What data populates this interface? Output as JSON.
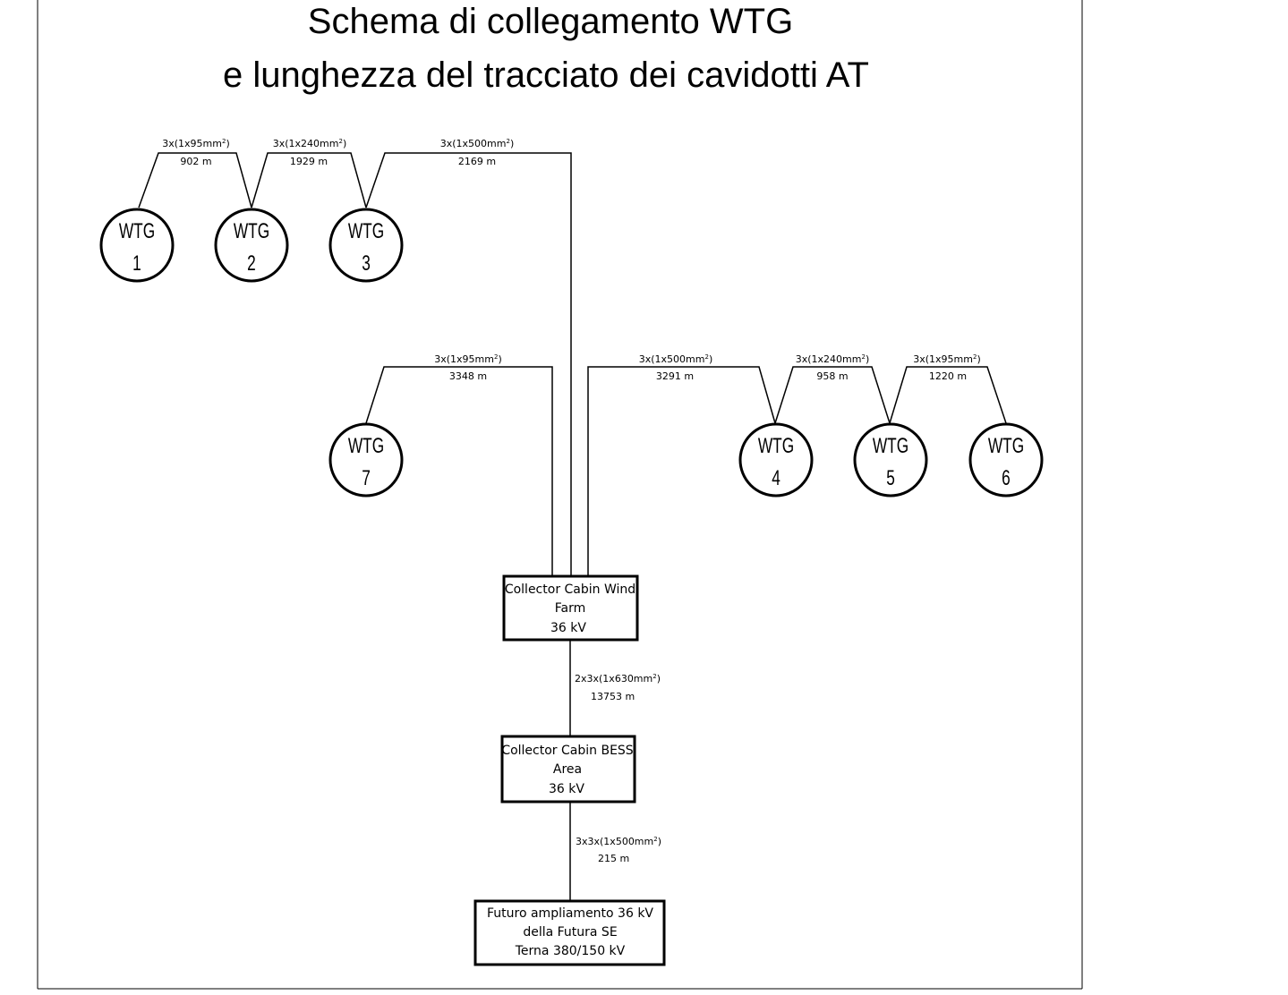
{
  "title": {
    "line1": "Schema di collegamento WTG",
    "line2": "e lunghezza del tracciato dei cavidotti AT"
  },
  "turbines": [
    {
      "id": "wtg1",
      "label": "WTG",
      "number": "1"
    },
    {
      "id": "wtg2",
      "label": "WTG",
      "number": "2"
    },
    {
      "id": "wtg3",
      "label": "WTG",
      "number": "3"
    },
    {
      "id": "wtg7",
      "label": "WTG",
      "number": "7"
    },
    {
      "id": "wtg4",
      "label": "WTG",
      "number": "4"
    },
    {
      "id": "wtg5",
      "label": "WTG",
      "number": "5"
    },
    {
      "id": "wtg6",
      "label": "WTG",
      "number": "6"
    }
  ],
  "cables": [
    {
      "id": "c-wtg1-wtg2",
      "spec_pre": "3x(1x95mm",
      "spec_exp": "2",
      "spec_post": ")",
      "length": "902 m"
    },
    {
      "id": "c-wtg2-wtg3",
      "spec_pre": "3x(1x240mm",
      "spec_exp": "2",
      "spec_post": ")",
      "length": "1929 m"
    },
    {
      "id": "c-wtg3-cabin",
      "spec_pre": "3x(1x500mm",
      "spec_exp": "2",
      "spec_post": ")",
      "length": "2169 m"
    },
    {
      "id": "c-wtg7-cabin",
      "spec_pre": "3x(1x95mm",
      "spec_exp": "2",
      "spec_post": ")",
      "length": "3348 m"
    },
    {
      "id": "c-wtg4-cabin",
      "spec_pre": "3x(1x500mm",
      "spec_exp": "2",
      "spec_post": ")",
      "length": "3291 m"
    },
    {
      "id": "c-wtg4-wtg5",
      "spec_pre": "3x(1x240mm",
      "spec_exp": "2",
      "spec_post": ")",
      "length": "958 m"
    },
    {
      "id": "c-wtg5-wtg6",
      "spec_pre": "3x(1x95mm",
      "spec_exp": "2",
      "spec_post": ")",
      "length": "1220 m"
    },
    {
      "id": "c-windfarm-bess",
      "spec_pre": "2x3x(1x630mm",
      "spec_exp": "2",
      "spec_post": ")",
      "length": "13753 m"
    },
    {
      "id": "c-bess-se",
      "spec_pre": "3x3x(1x500mm",
      "spec_exp": "2",
      "spec_post": ")",
      "length": "215 m"
    }
  ],
  "boxes": {
    "windfarm": {
      "line1": "Collector Cabin Wind",
      "line2": "Farm",
      "line3": "36 kV"
    },
    "bess": {
      "line1": "Collector Cabin BESS",
      "line2": "Area",
      "line3": "36 kV"
    },
    "se": {
      "line1": "Futuro ampliamento 36 kV",
      "line2": "della Futura SE",
      "line3": "Terna 380/150 kV"
    }
  }
}
